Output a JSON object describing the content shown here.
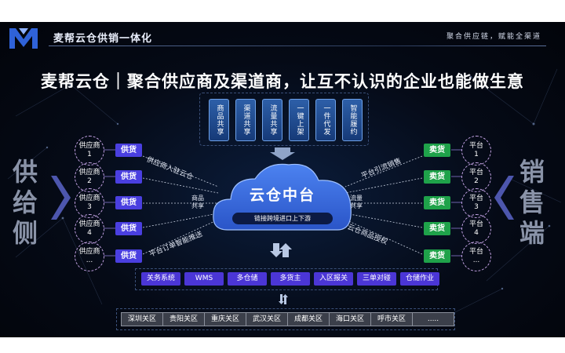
{
  "header": {
    "title": "麦帮云仓供销一体化",
    "slogan": "聚合供应链，赋能全渠道"
  },
  "main_title": "麦帮云仓｜聚合供应商及渠道商，让互不认识的企业也能做生意",
  "left_side_label": "供给侧",
  "right_side_label": "销售端",
  "features": [
    "商品共享",
    "渠道共享",
    "流量共享",
    "一键上架",
    "一件代发",
    "智能履约"
  ],
  "suppliers": [
    {
      "label": "供应商\n1",
      "tag": "供货"
    },
    {
      "label": "供应商\n2",
      "tag": "供货"
    },
    {
      "label": "供应商\n3",
      "tag": "供货"
    },
    {
      "label": "供应商\n4",
      "tag": "供货"
    },
    {
      "label": "供应商\n...",
      "tag": "供货"
    }
  ],
  "platforms": [
    {
      "label": "平台\n1",
      "tag": "卖货"
    },
    {
      "label": "平台\n2",
      "tag": "卖货"
    },
    {
      "label": "平台\n3",
      "tag": "卖货"
    },
    {
      "label": "平台\n4",
      "tag": "卖货"
    },
    {
      "label": "平台\n...",
      "tag": "卖货"
    }
  ],
  "flows": {
    "left_top": "供应商入驻云仓",
    "left_share": "商品\n共享",
    "left_bottom": "平台订单智能推送",
    "right_top": "平台引流销售",
    "right_share": "流量\n共享",
    "right_bottom": "云仓商品授权"
  },
  "center": {
    "title": "云仓中台",
    "subtitle": "链接跨境进口上下游"
  },
  "modules": [
    "关务系统",
    "WMS",
    "多仓储",
    "多货主",
    "入区报关",
    "三单对碰",
    "仓储作业"
  ],
  "customs": [
    "深圳关区",
    "贵阳关区",
    "重庆关区",
    "武汉关区",
    "成都关区",
    "海口关区",
    "呼市关区",
    "....."
  ],
  "colors": {
    "background": "#050a16",
    "supply_tag": "#4a3fe0",
    "sell_tag": "#1fa24a",
    "feature": "#2d5fa8",
    "module": "#4b36d6",
    "node_border": "#c9a7ea",
    "cloud": "#3b6fe0"
  },
  "icons": {
    "logo": "m-shield-logo",
    "down_arrow": "down-arrow-icon",
    "up_down": "up-down-arrows-icon",
    "side_arrow": "chevron-arrow-icon"
  }
}
